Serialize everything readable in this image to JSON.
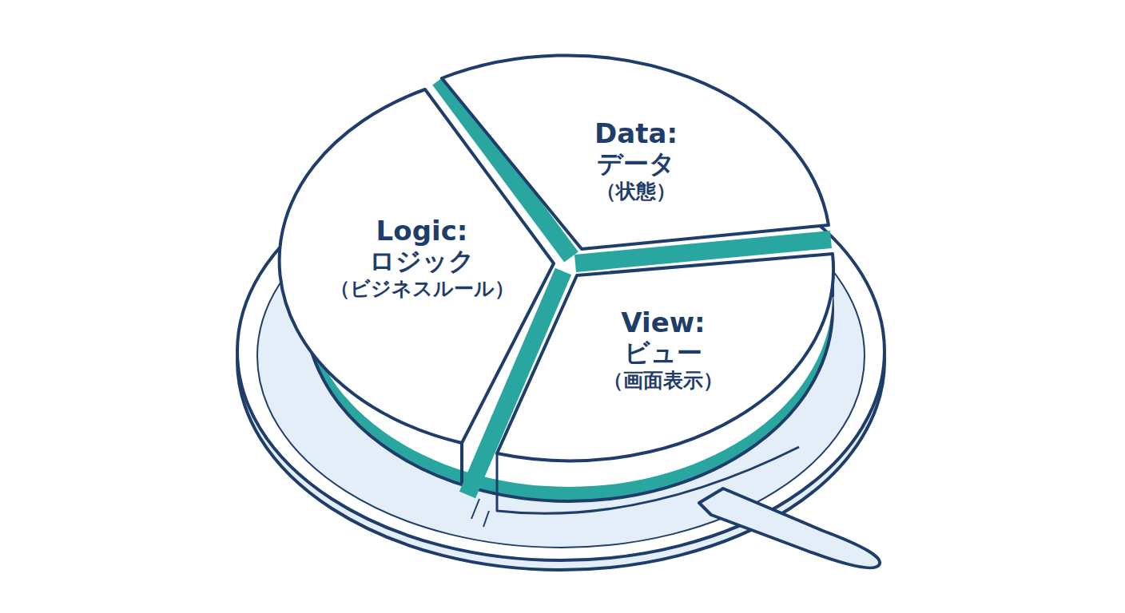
{
  "diagram": {
    "nodes": [
      {
        "text": [
          "Data:",
          "データ",
          "（状態）"
        ]
      },
      {
        "text": [
          "Logic:",
          "ロジック",
          "（ビジネスルール）"
        ]
      },
      {
        "text": [
          "View:",
          "ビュー",
          "（画面表示）"
        ]
      }
    ]
  }
}
